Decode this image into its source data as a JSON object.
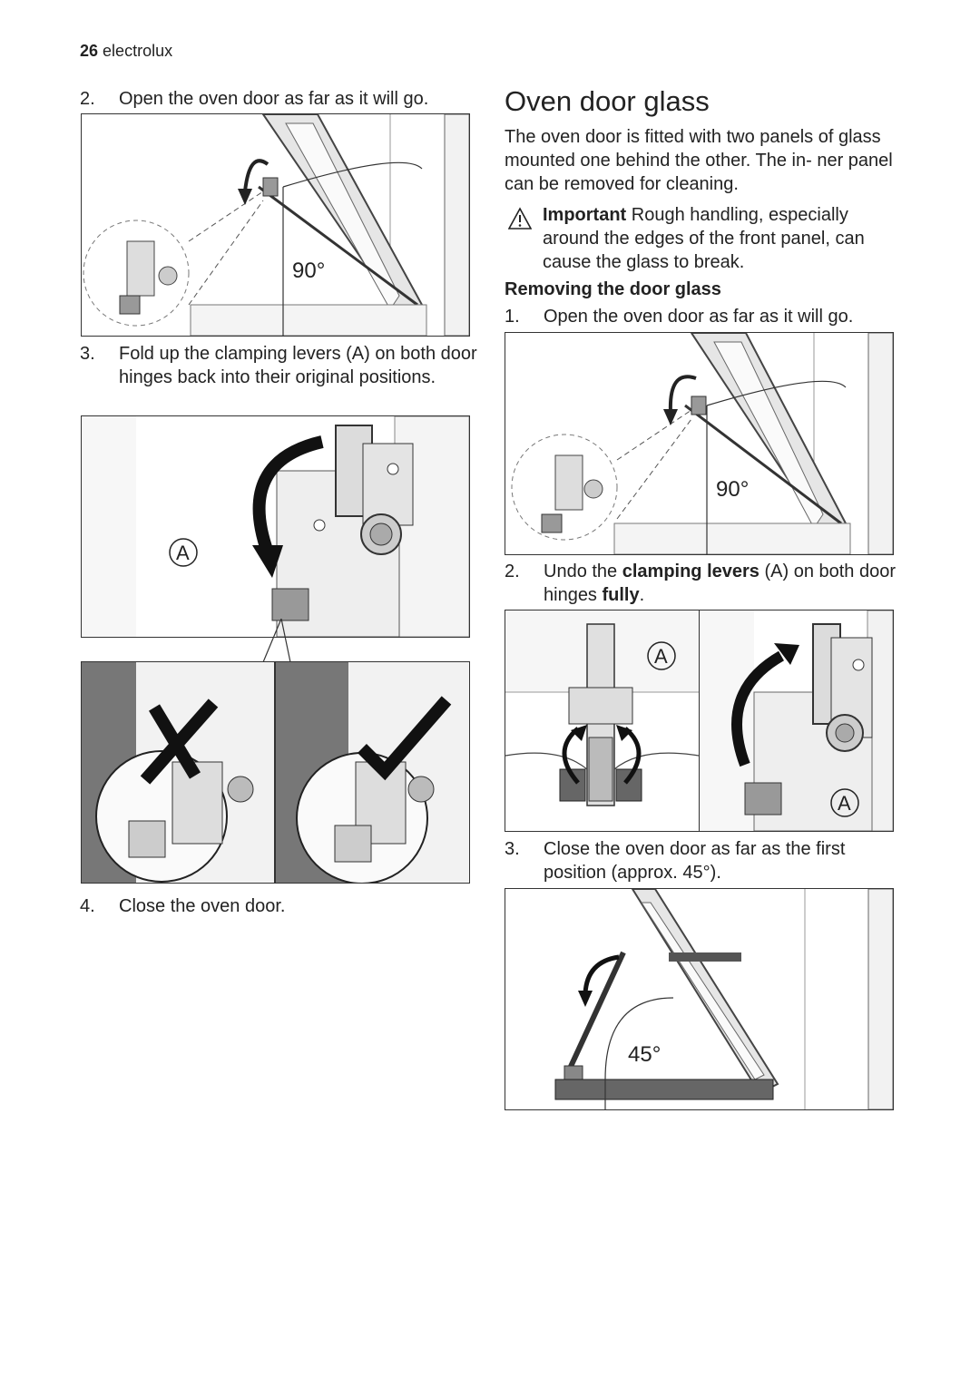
{
  "header": {
    "page_number": "26",
    "brand": "electrolux"
  },
  "left_column": {
    "step2": {
      "num": "2.",
      "text": "Open the oven door as far as it will go."
    },
    "fig1_angle": "90°",
    "step3": {
      "num": "3.",
      "text": "Fold up the  clamping levers (A) on both door hinges back into their original positions."
    },
    "fig2_label": "A",
    "step4": {
      "num": "4.",
      "text": "Close the oven door."
    }
  },
  "right_column": {
    "section_title": "Oven door glass",
    "intro": "The oven door is fitted with two panels of glass mounted one behind the other. The in- ner panel can be removed for cleaning.",
    "warning": {
      "label": "Important",
      "text": " Rough handling, especially around the edges of the front panel, can cause the glass to break.",
      "icon": "warning-triangle-icon"
    },
    "subsection_title": "Removing the door glass",
    "step1": {
      "num": "1.",
      "text": "Open the oven door as far as it will go."
    },
    "fig4_angle": "90°",
    "step2": {
      "num": "2.",
      "pre": "Undo the ",
      "bold1": "clamping levers",
      "mid": " (A) on both door hinges ",
      "bold2": "fully",
      "post": "."
    },
    "fig5_label_a": "A",
    "fig5_label_b": "A",
    "step3": {
      "num": "3.",
      "text": "Close the oven door as far as the first position (approx. 45°)."
    },
    "fig6_angle": "45°"
  }
}
